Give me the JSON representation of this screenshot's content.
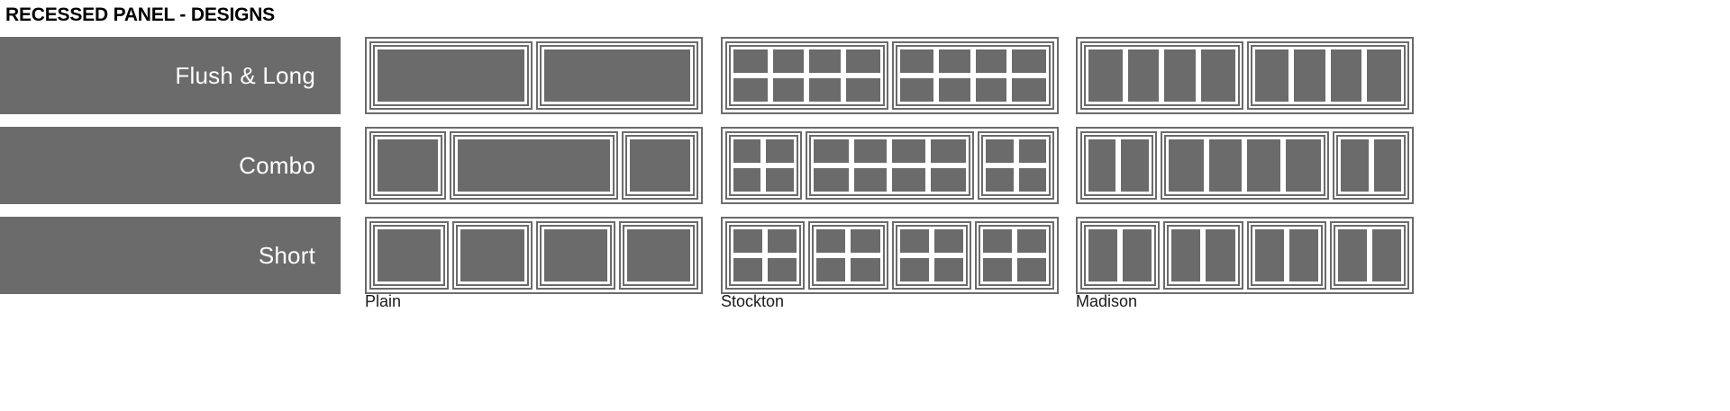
{
  "page": {
    "title": "RECESSED PANEL - DESIGNS",
    "background_color": "#ffffff",
    "panel_gray": "#6b6b6b",
    "outline_gray": "#6b6b6b",
    "text_color": "#000000"
  },
  "rows": [
    {
      "label": "Flush & Long",
      "panel_widths": [
        1,
        1
      ],
      "doors": [
        {
          "design": "Plain",
          "v_mullions": [],
          "h_mullions": []
        },
        {
          "design": "Stockton",
          "v_mullions": [
            25,
            50,
            75
          ],
          "h_mullions": [
            50
          ]
        },
        {
          "design": "Madison",
          "v_mullions": [
            25,
            50,
            75
          ],
          "h_mullions": []
        }
      ]
    },
    {
      "label": "Combo",
      "panel_widths": [
        1,
        2.35,
        1
      ],
      "doors": [
        {
          "design": "Plain",
          "v_mullions": [],
          "h_mullions": []
        },
        {
          "design": "Stockton",
          "v_mullions": [
            50
          ],
          "h_mullions": [
            50
          ],
          "wide_v_mullions": [
            25,
            50,
            75
          ],
          "wide_h_mullions": [
            50
          ]
        },
        {
          "design": "Madison",
          "v_mullions": [
            50
          ],
          "h_mullions": [],
          "wide_v_mullions": [
            25,
            50,
            75
          ],
          "wide_h_mullions": []
        }
      ]
    },
    {
      "label": "Short",
      "panel_widths": [
        1,
        1,
        1,
        1
      ],
      "doors": [
        {
          "design": "Plain",
          "v_mullions": [],
          "h_mullions": []
        },
        {
          "design": "Stockton",
          "v_mullions": [
            50
          ],
          "h_mullions": [
            50
          ]
        },
        {
          "design": "Madison",
          "v_mullions": [
            50
          ],
          "h_mullions": []
        }
      ]
    }
  ],
  "design_names": [
    "Plain",
    "Stockton",
    "Madison"
  ]
}
